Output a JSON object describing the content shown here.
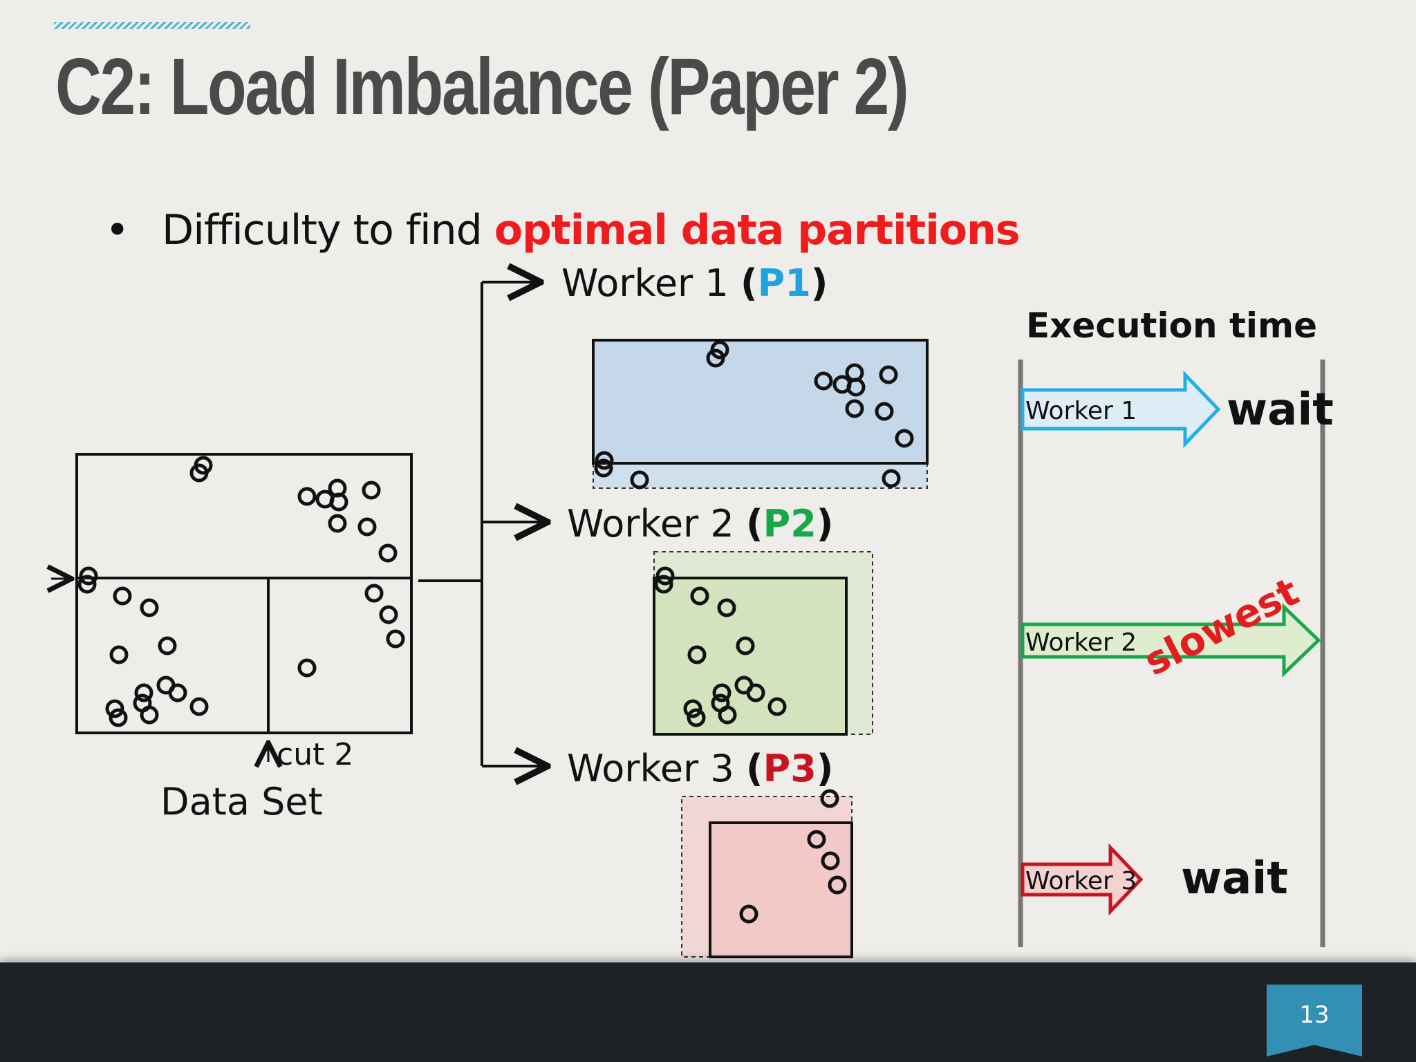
{
  "slide": {
    "title": "C2: Load Imbalance (Paper 2)",
    "bullet": {
      "text_plain": "Difficulty to find ",
      "text_highlight": "optimal data partitions"
    },
    "page_number": "13"
  },
  "data_set": {
    "caption": "Data Set",
    "cut_label": "cut 2"
  },
  "workers": [
    {
      "label": "Worker 1 ",
      "part": "P1",
      "part_color": "#1fa3e0",
      "box_fill": "#c4d8ea"
    },
    {
      "label": "Worker 2 ",
      "part": "P2",
      "part_color": "#18a84a",
      "box_fill": "#d3e3be"
    },
    {
      "label": "Worker 3 ",
      "part": "P3",
      "part_color": "#c8141e",
      "box_fill": "#f1cac8"
    }
  ],
  "execution_time": {
    "title": "Execution time",
    "bars": [
      {
        "label": "Worker 1",
        "color": "#22aee6",
        "fill": "#dfeef6",
        "note": "wait"
      },
      {
        "label": "Worker 2",
        "color": "#18a84a",
        "fill": "#dfeccf",
        "note": "slowest",
        "note_color": "#e11d1d"
      },
      {
        "label": "Worker 3",
        "color": "#c8141e",
        "fill": "#f4d2d0",
        "note": "wait"
      }
    ]
  },
  "colors": {
    "title": "#4a4a4a",
    "highlight": "#ee1c1c",
    "footer": "#1d2227",
    "page_tab": "#3390b5"
  }
}
